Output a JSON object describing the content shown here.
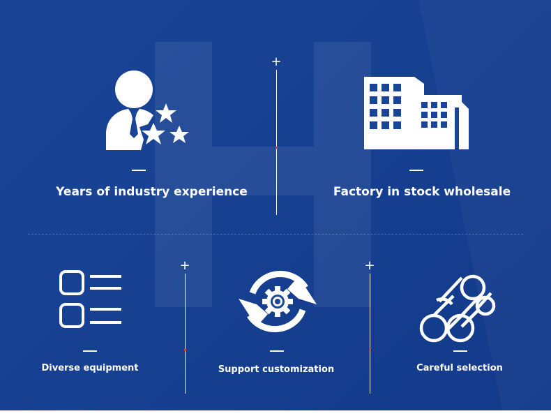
{
  "features_top": [
    {
      "label": "Years of industry experience",
      "icon": "expert-user-stars-icon"
    },
    {
      "label": "Factory in stock wholesale",
      "icon": "factory-buildings-icon"
    }
  ],
  "features_bottom": [
    {
      "label": "Diverse equipment",
      "icon": "list-icon"
    },
    {
      "label": "Support customization",
      "icon": "gear-refresh-icon"
    },
    {
      "label": "Careful selection",
      "icon": "steel-pipes-icon"
    }
  ],
  "colors": {
    "background": "#1a4597",
    "foreground": "#ffffff",
    "accent_dot": "#c94040"
  }
}
